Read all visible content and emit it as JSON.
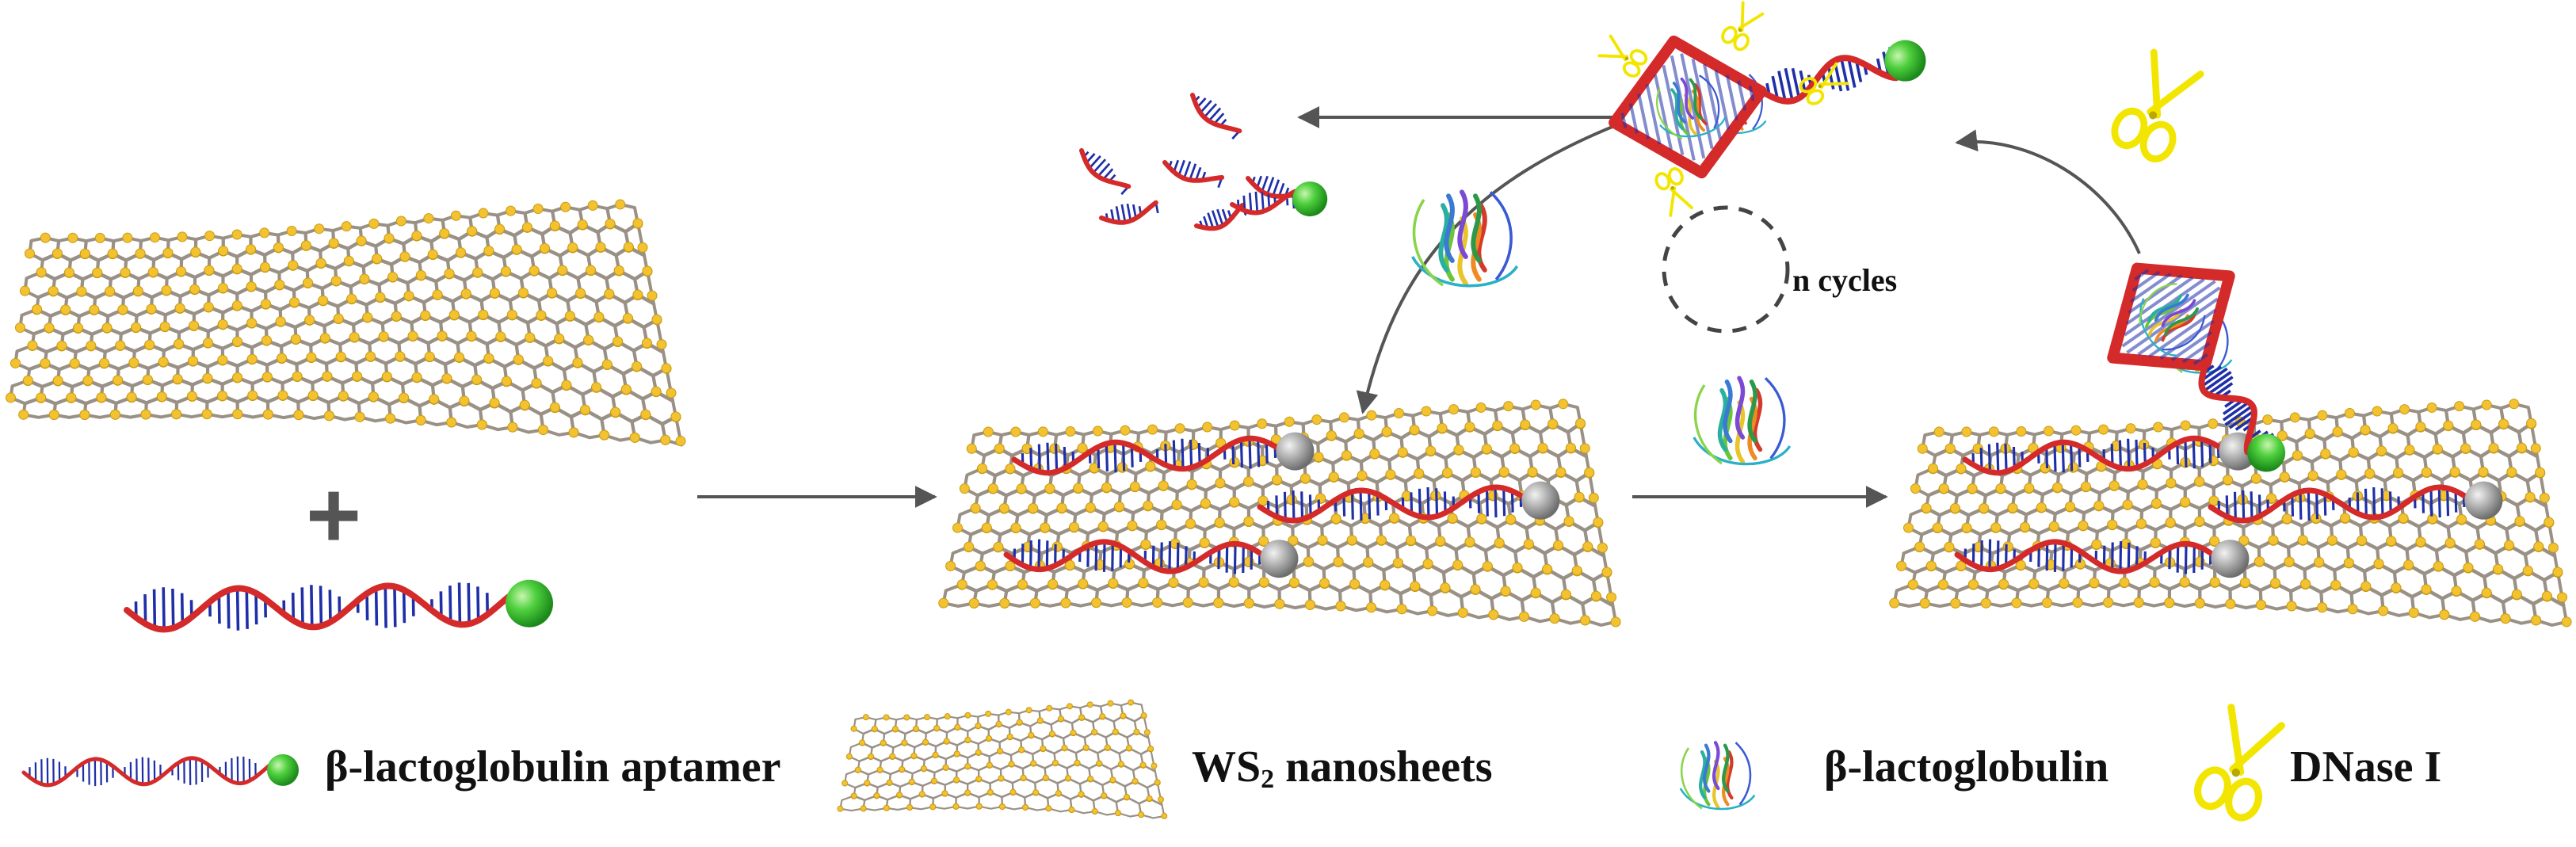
{
  "diagram": {
    "cycle_label": "n cycles",
    "plus_sign": "+",
    "legend": {
      "aptamer": "β-lactoglobulin aptamer",
      "nanosheets_main": "WS",
      "nanosheets_sub": "2",
      "nanosheets_rest": " nanosheets",
      "protein": "β-lactoglobulin",
      "enzyme": "DNase I"
    }
  },
  "colors": {
    "sheet_bond": "#9a9186",
    "sheet_atom": "#f2c230",
    "strand": "#d42a2a",
    "base": "#1f2fa8",
    "fluorophore": "#3ec43a",
    "quencher": "#a8a8a8",
    "scissors": "#f2e600",
    "arrow": "#555555"
  }
}
